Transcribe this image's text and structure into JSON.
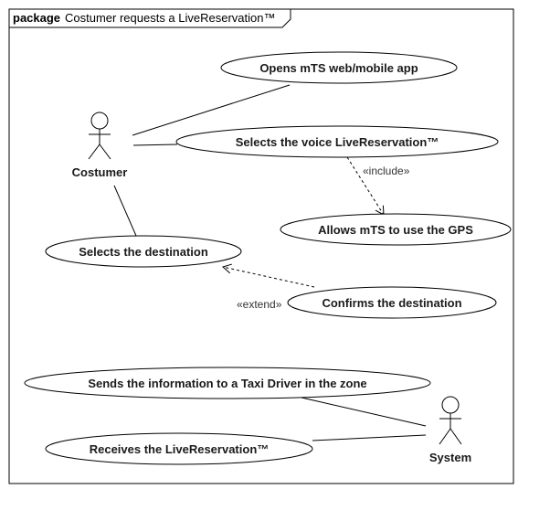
{
  "package": {
    "keyword": "package",
    "name": "Costumer requests a LiveReservation™"
  },
  "actors": {
    "costumer": "Costumer",
    "system": "System"
  },
  "use_cases": {
    "opens_app": "Opens mTS web/mobile app",
    "selects_voice": "Selects the voice LiveReservation™",
    "allows_gps": "Allows mTS to use the GPS",
    "selects_destination": "Selects the destination",
    "confirms_destination": "Confirms the destination",
    "sends_information": "Sends the information to a Taxi Driver in the zone",
    "receives_reservation": "Receives the LiveReservation™"
  },
  "relations": {
    "include": "«include»",
    "extend": "«extend»"
  }
}
